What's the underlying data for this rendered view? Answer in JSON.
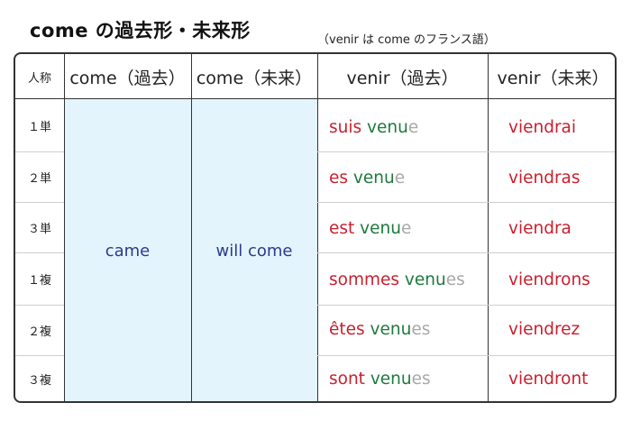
{
  "title": "come の過去形・未来形",
  "note": "（venir は come のフランス語）",
  "headers": {
    "person": "人称",
    "come_past": "come（過去）",
    "come_future": "come（未来）",
    "venir_past": "venir（過去）",
    "venir_future": "venir（未来）"
  },
  "rows": [
    {
      "person": "１単",
      "aux": "suis",
      "participle": "venu",
      "ending": "e",
      "future": "viendrai"
    },
    {
      "person": "２単",
      "aux": "es",
      "participle": "venu",
      "ending": "e",
      "future": "viendras"
    },
    {
      "person": "３単",
      "aux": "est",
      "participle": "venu",
      "ending": "e",
      "future": "viendra"
    },
    {
      "person": "１複",
      "aux": "sommes",
      "participle": "venu",
      "ending": "es",
      "future": "viendrons"
    },
    {
      "person": "２複",
      "aux": "êtes",
      "participle": "venu",
      "ending": "es",
      "future": "viendrez"
    },
    {
      "person": "３複",
      "aux": "sont",
      "participle": "venu",
      "ending": "es",
      "future": "viendront"
    }
  ],
  "come_past_value": "came",
  "come_future_value": "will come",
  "colors": {
    "auxiliary": "#c8202f",
    "participle": "#1d7a3c",
    "optional_ending": "#a8a8a8",
    "english": "#2b3a8f",
    "highlight_bg": "#e4f4fc"
  }
}
